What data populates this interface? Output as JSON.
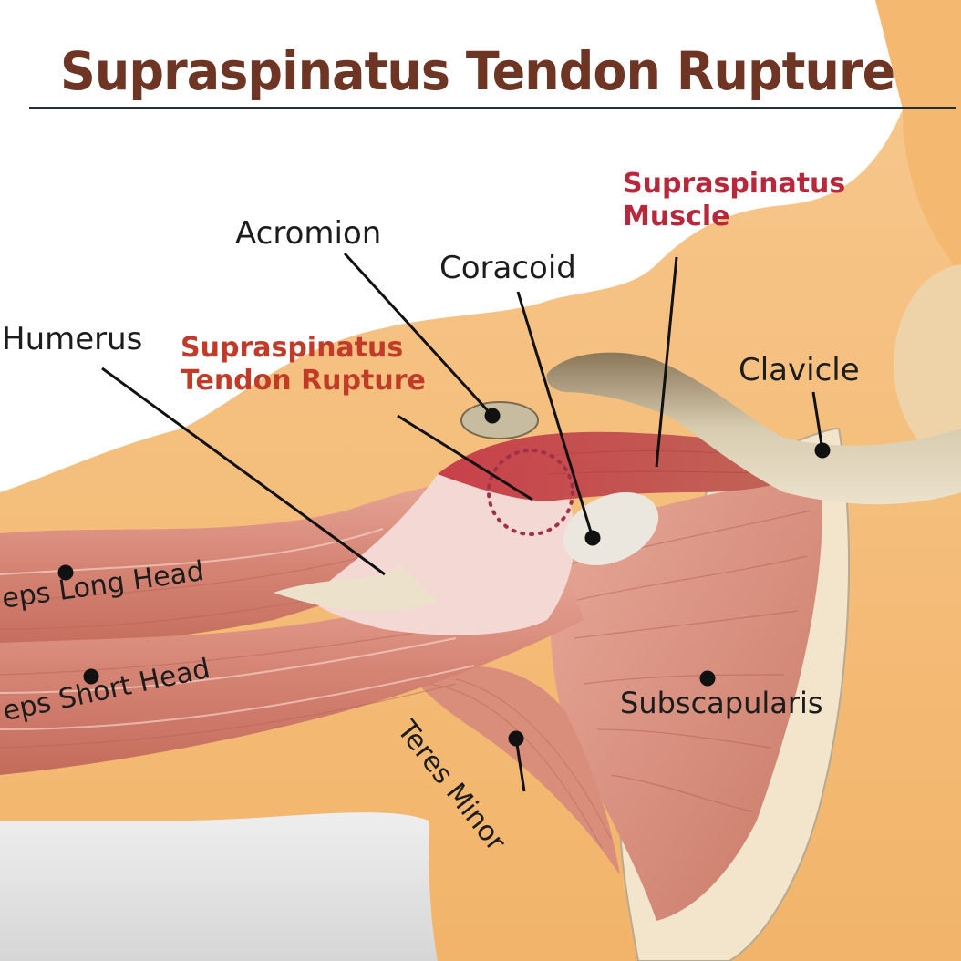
{
  "title": "Supraspinatus Tendon Rupture",
  "colors": {
    "title": "#6e3524",
    "label_black": "#1c1c1c",
    "label_red": "#b8283a",
    "skin": "#f5c184",
    "skin_dark": "#eea658",
    "muscle": "#d98a7a",
    "bone": "#e8dcc4",
    "rupture_ring": "#a0304a"
  },
  "labels": {
    "acromion": "Acromion",
    "coracoid": "Coracoid",
    "supraspinatus_muscle_line1": "Supraspinatus",
    "supraspinatus_muscle_line2": "Muscle",
    "humerus": "Humerus",
    "tendon_rupture_line1": "Supraspinatus",
    "tendon_rupture_line2": "Tendon Rupture",
    "clavicle": "Clavicle",
    "biceps_long_head": "eps Long Head",
    "biceps_short_head": "eps Short Head",
    "subscapularis": "Subscapularis",
    "teres_minor": "Teres Minor"
  }
}
